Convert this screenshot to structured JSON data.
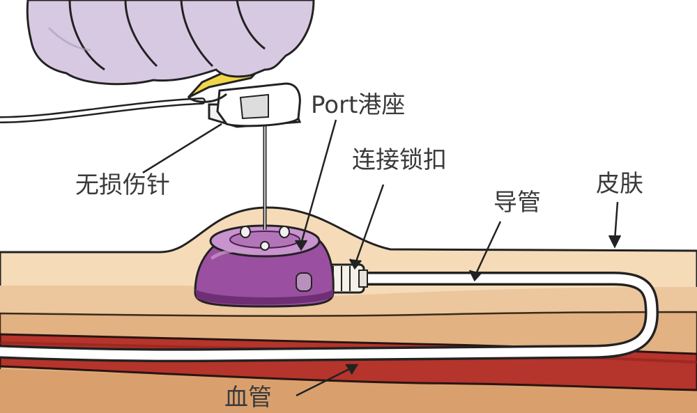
{
  "labels": {
    "needle": "无损伤针",
    "port": "Port港座",
    "lock": "连接锁扣",
    "catheter": "导管",
    "skin": "皮肤",
    "vessel": "血管"
  },
  "colors": {
    "skin_surface": "#f5dbb8",
    "subcutaneous": "#e3b68a",
    "muscle": "#cf9868",
    "vessel": "#b5342b",
    "port_body": "#9a4fa0",
    "port_top": "#c993cf",
    "glove": "#d8c9e3",
    "needle_hub": "#f1d64a",
    "catheter": "#ffffff",
    "outline": "#222222"
  },
  "icons": {
    "glove": "gloved-hand-icon",
    "needle": "huber-needle-icon",
    "port": "implanted-port-icon"
  }
}
